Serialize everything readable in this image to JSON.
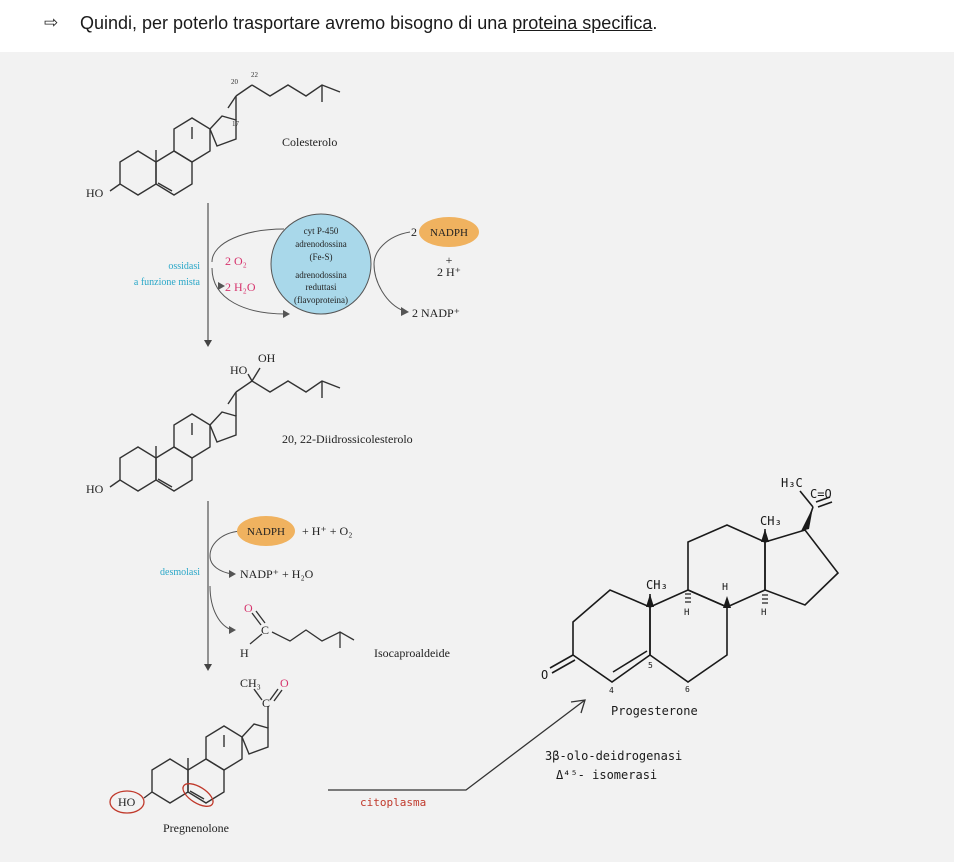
{
  "header": {
    "bullet": "⇨",
    "text_before": "Quindi, per poterlo trasportare avremo bisogno di una ",
    "text_underlined": "proteina specifica",
    "text_after": "."
  },
  "colors": {
    "enzyme_label": "#2aa7c8",
    "highlight_red": "#d6336c",
    "nadph_fill": "#f0b25f",
    "cyt_fill": "#a9d8ea",
    "handwriting_red": "#c0392b",
    "handwriting": "#1a1a1a"
  },
  "cholesterol": {
    "name": "Colesterolo",
    "ho": "HO",
    "num_20": "20",
    "num_22": "22",
    "num_17": "17"
  },
  "step1": {
    "enzyme_line1": "ossidasi",
    "enzyme_line2": "a funzione mista",
    "o2": "2 O₂",
    "h2o": "2 H₂O",
    "cyt_lines": [
      "cyt P-450",
      "adrenodossina",
      "(Fe-S)",
      "adrenodossina",
      "reduttasi",
      "(flavoproteina)"
    ],
    "nadph_prefix": "2",
    "nadph": "NADPH",
    "plus": "+",
    "h_plus": "2 H⁺",
    "nadp": "2 NADP⁺"
  },
  "dihydroxy": {
    "name": "20, 22-Diidrossicolesterolo",
    "ho_top": "HO",
    "oh_top": "OH",
    "ho": "HO"
  },
  "step2": {
    "enzyme": "desmolasi",
    "nadph": "NADPH",
    "nadph_rest": "+ H⁺ + O₂",
    "nadp": "NADP⁺ + H₂O",
    "aldehyde_o": "O",
    "aldehyde_c": "C",
    "aldehyde_h": "H",
    "isocaproaldehyde": "Isocaproaldeide"
  },
  "pregnenolone": {
    "name": "Pregnenolone",
    "ch3": "CH₃",
    "o": "O",
    "c": "C",
    "ho": "HO"
  },
  "handwritten": {
    "citoplasma": "citoplasma",
    "enzyme_line1": "3β-olo-deidrogenasi",
    "enzyme_line2": "Δ⁴⁵- isomerasi",
    "progesterone": "Progesterone",
    "h3c": "H₃C",
    "c_eq_o": "C=O",
    "ch3_top": "CH₃",
    "ch3_mid": "CH₃",
    "h_a": "H",
    "h_b": "H",
    "h_c": "H",
    "ketone_o": "O",
    "num_4": "4",
    "num_5": "5",
    "num_6": "6"
  }
}
